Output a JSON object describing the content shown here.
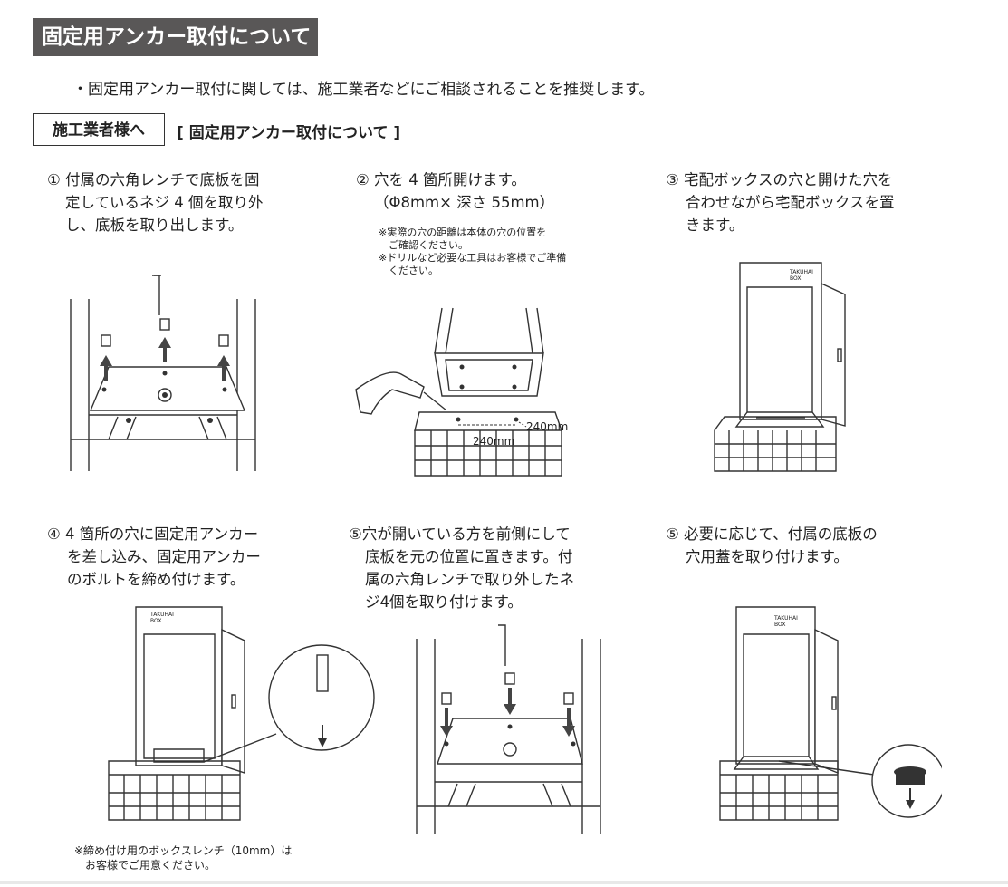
{
  "header": {
    "title": "固定用アンカー取付について"
  },
  "intro": "・固定用アンカー取付に関しては、施工業者などにご相談されることを推奨します。",
  "sub": {
    "box": "施工業者様へ",
    "title": "[ 固定用アンカー取付について ]"
  },
  "steps": [
    {
      "num": "①",
      "lines": [
        "付属の六角レンチで底板を固",
        "定しているネジ 4 個を取り外",
        "し、底板を取り出します。"
      ]
    },
    {
      "num": "②",
      "lines": [
        "穴を 4 箇所開けます。",
        "（Φ8mm× 深さ 55mm）"
      ],
      "notes": [
        "※実際の穴の距離は本体の穴の位置を",
        "　ご確認ください。",
        "※ドリルなど必要な工具はお客様でご準備",
        "　ください。"
      ]
    },
    {
      "num": "③",
      "lines": [
        "宅配ボックスの穴と開けた穴を",
        "合わせながら宅配ボックスを置",
        "きます。"
      ]
    },
    {
      "num": "④",
      "lines": [
        "4 箇所の穴に固定用アンカー",
        "を差し込み、固定用アンカー",
        "のボルトを締め付けます。"
      ]
    },
    {
      "num": "⑤",
      "lines": [
        "穴が開いている方を前側にして",
        "底板を元の位置に置きます。付",
        "属の六角レンチで取り外したネ",
        "ジ4個を取り付けます。"
      ]
    },
    {
      "num": "⑤",
      "lines": [
        "必要に応じて、付属の底板の",
        "穴用蓋を取り付けます。"
      ]
    }
  ],
  "figure_labels": {
    "dim1": "240mm",
    "dim2": "240mm",
    "brand1": "TAKUHAI",
    "brand2": "BOX"
  },
  "bottom_note": [
    "※締め付け用のボックスレンチ（10mm）は",
    "　お客様でご用意ください。"
  ]
}
